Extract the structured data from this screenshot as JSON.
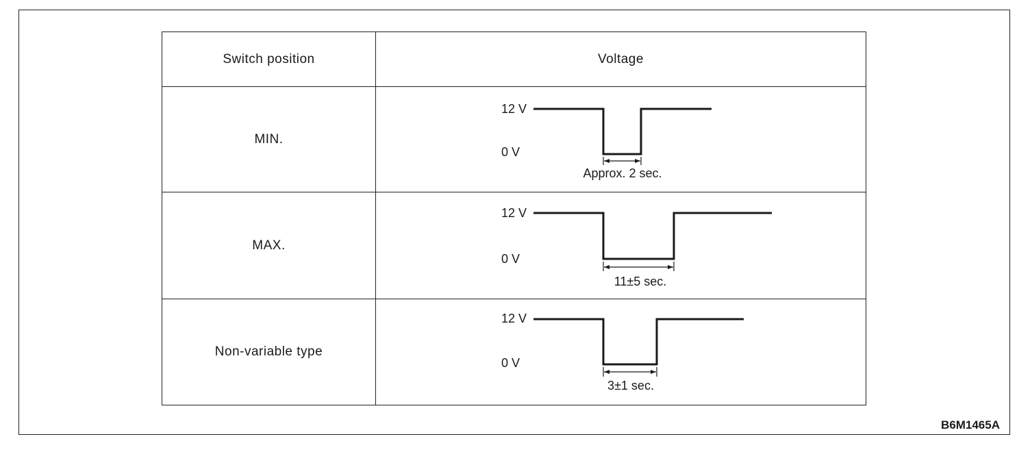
{
  "figure_code": "B6M1465A",
  "table": {
    "headers": [
      "Switch position",
      "Voltage"
    ],
    "rows": [
      {
        "position": "MIN.",
        "high_label": "12 V",
        "low_label": "0 V",
        "duration": "Approx. 2 sec."
      },
      {
        "position": "MAX.",
        "high_label": "12 V",
        "low_label": "0 V",
        "duration": "11±5 sec."
      },
      {
        "position": "Non-variable type",
        "high_label": "12 V",
        "low_label": "0 V",
        "duration": "3±1 sec."
      }
    ]
  }
}
